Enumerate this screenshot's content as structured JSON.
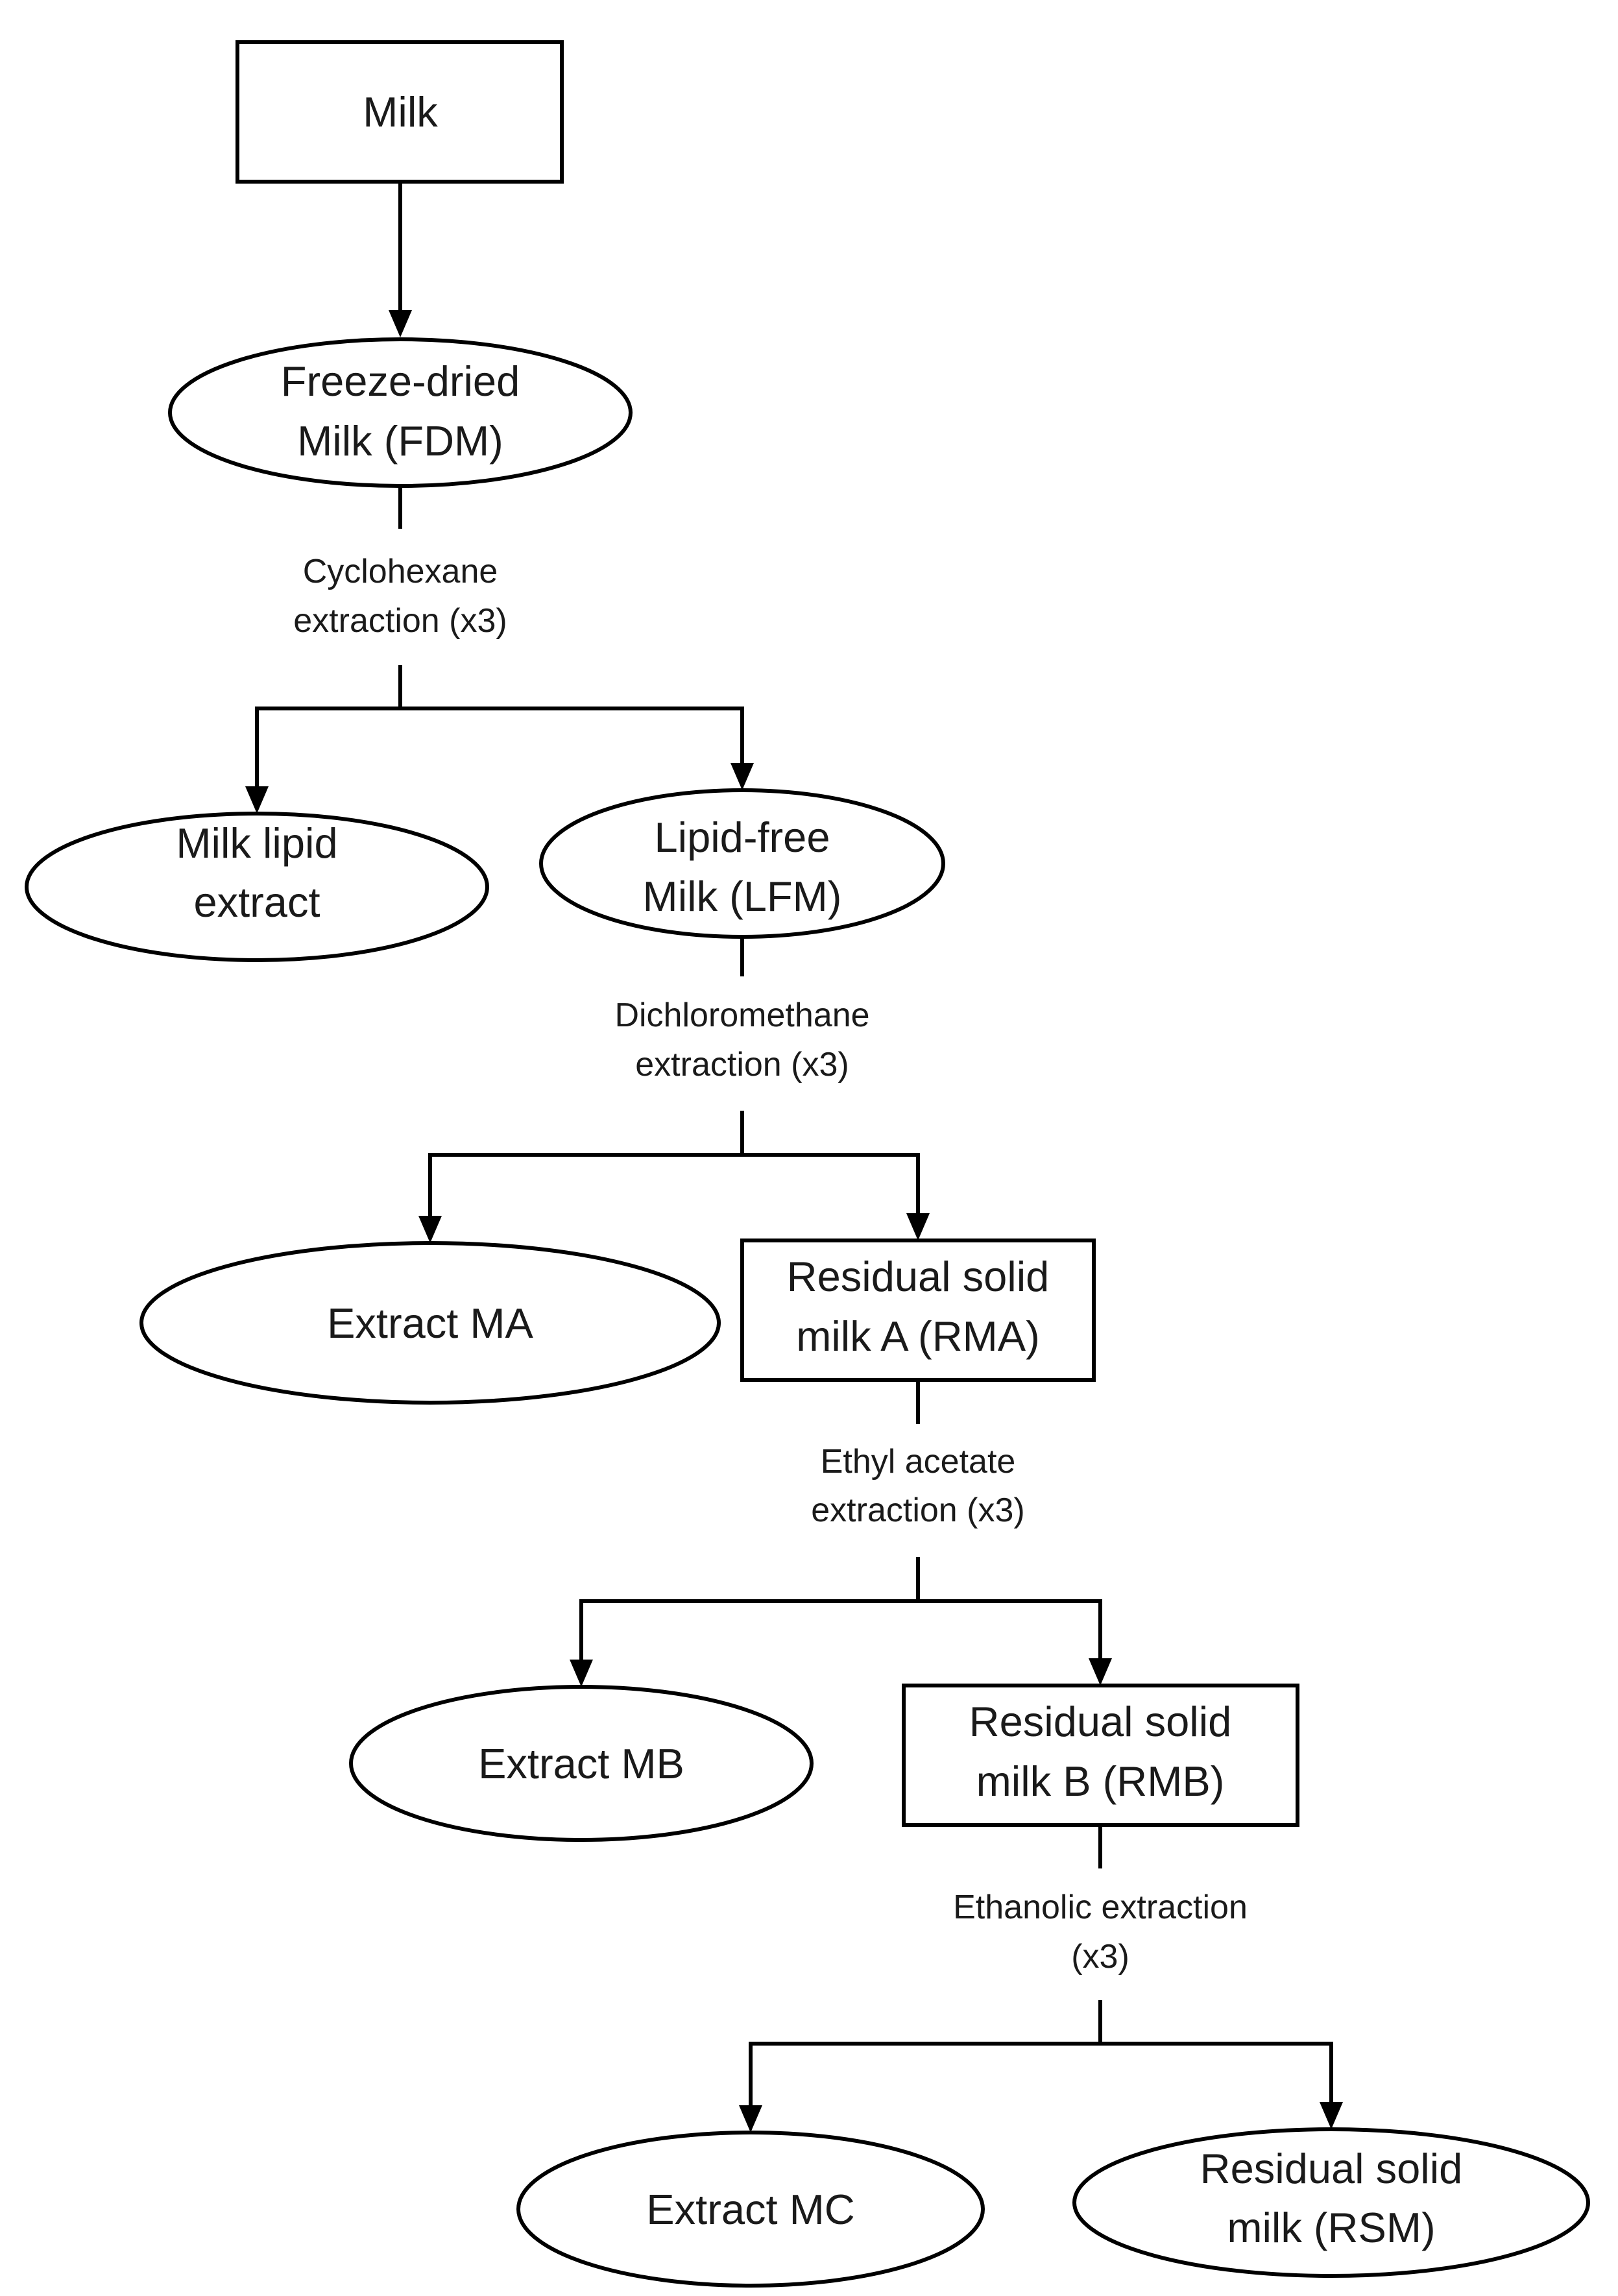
{
  "nodes": {
    "milk": {
      "lines": [
        "Milk"
      ]
    },
    "fdm": {
      "lines": [
        "Freeze-dried",
        "Milk (FDM)"
      ]
    },
    "lipid_extract": {
      "lines": [
        "Milk lipid",
        "extract"
      ]
    },
    "lfm": {
      "lines": [
        "Lipid-free",
        "Milk (LFM)"
      ]
    },
    "extract_ma": {
      "lines": [
        "Extract MA"
      ]
    },
    "rma": {
      "lines": [
        "Residual solid",
        "milk A (RMA)"
      ]
    },
    "extract_mb": {
      "lines": [
        "Extract MB"
      ]
    },
    "rmb": {
      "lines": [
        "Residual solid",
        "milk B (RMB)"
      ]
    },
    "extract_mc": {
      "lines": [
        "Extract MC"
      ]
    },
    "rsm": {
      "lines": [
        "Residual solid",
        "milk (RSM)"
      ]
    }
  },
  "steps": {
    "step1": {
      "lines": [
        "Cyclohexane",
        "extraction (x3)"
      ]
    },
    "step2": {
      "lines": [
        "Dichloromethane",
        "extraction (x3)"
      ]
    },
    "step3": {
      "lines": [
        "Ethyl acetate",
        "extraction (x3)"
      ]
    },
    "step4": {
      "lines": [
        "Ethanolic extraction",
        "(x3)"
      ]
    }
  }
}
